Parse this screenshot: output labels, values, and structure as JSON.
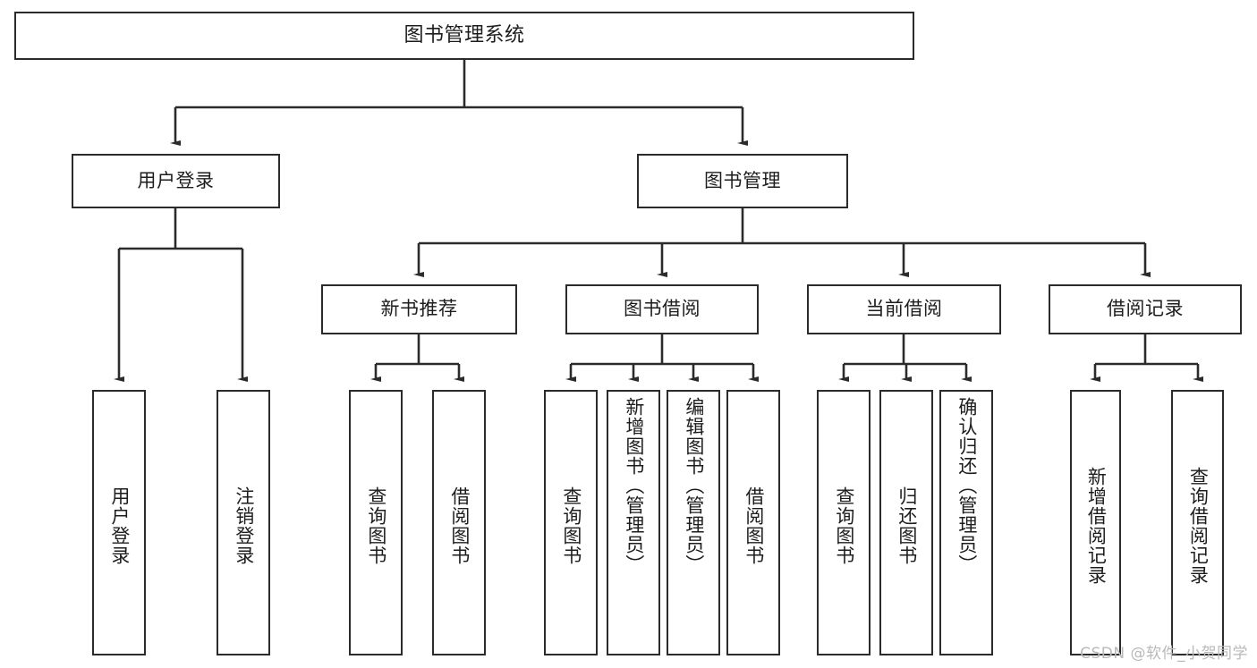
{
  "diagram": {
    "title": "图书管理系统",
    "type": "tree-hierarchy-diagram",
    "root": {
      "label": "图书管理系统"
    },
    "level2": [
      {
        "label": "用户登录"
      },
      {
        "label": "图书管理"
      }
    ],
    "level3": [
      {
        "label": "新书推荐"
      },
      {
        "label": "图书借阅"
      },
      {
        "label": "当前借阅"
      },
      {
        "label": "借阅记录"
      }
    ],
    "leaves": {
      "user_login": [
        {
          "label": "用户登录"
        },
        {
          "label": "注销登录"
        }
      ],
      "new_book_recommend": [
        {
          "label": "查询图书"
        },
        {
          "label": "借阅图书"
        }
      ],
      "book_borrow": [
        {
          "label": "查询图书"
        },
        {
          "label": "新增图书（管理员）"
        },
        {
          "label": "编辑图书（管理员）"
        },
        {
          "label": "借阅图书"
        }
      ],
      "current_borrow": [
        {
          "label": "查询图书"
        },
        {
          "label": "归还图书"
        },
        {
          "label": "确认归还（管理员）"
        }
      ],
      "borrow_records": [
        {
          "label": "新增借阅记录"
        },
        {
          "label": "查询借阅记录"
        }
      ]
    }
  },
  "watermark": {
    "text": "CSDN @软件_小贺同学"
  },
  "colors": {
    "stroke": "#2b2b2b",
    "background": "#ffffff",
    "text": "#1d1d1d",
    "watermark": "#b9b9b9"
  }
}
